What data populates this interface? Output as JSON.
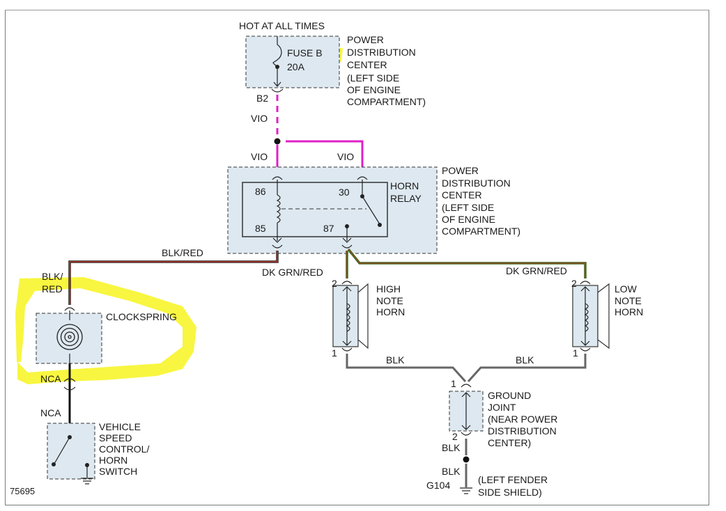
{
  "diagram": {
    "figure_number": "75695",
    "pdc_top": {
      "header": "HOT AT ALL TIMES",
      "fuse_label": "FUSE B",
      "fuse_rating": "20A",
      "connector": "B2",
      "lines": [
        "POWER",
        "DISTRIBUTION",
        "CENTER",
        "(LEFT SIDE",
        "OF ENGINE",
        "COMPARTMENT)"
      ]
    },
    "wire_labels": {
      "vio_top": "VIO",
      "vio_left": "VIO",
      "vio_right": "VIO",
      "blk_red": "BLK/RED",
      "dk_grn_red_left": "DK GRN/RED",
      "dk_grn_red_right": "DK GRN/RED",
      "blk_left": "BLK",
      "blk_right": "BLK",
      "blk_ground_upper": "BLK",
      "blk_ground_lower": "BLK",
      "blk_red_clock_1": "BLK/",
      "blk_red_clock_2": "RED",
      "nca_upper": "NCA",
      "nca_lower": "NCA"
    },
    "relay": {
      "pins": {
        "p86": "86",
        "p85": "85",
        "p30": "30",
        "p87": "87"
      },
      "label_1": "HORN",
      "label_2": "RELAY",
      "pdc_lines": [
        "POWER",
        "DISTRIBUTION",
        "CENTER",
        "(LEFT SIDE",
        "OF ENGINE",
        "COMPARTMENT)"
      ]
    },
    "clockspring": {
      "label": "CLOCKSPRING"
    },
    "switch": {
      "lines": [
        "VEHICLE",
        "SPEED",
        "CONTROL/",
        "HORN",
        "SWITCH"
      ]
    },
    "high_horn": {
      "pin_top": "2",
      "pin_bottom": "1",
      "lines": [
        "HIGH",
        "NOTE",
        "HORN"
      ]
    },
    "low_horn": {
      "pin_top": "2",
      "pin_bottom": "1",
      "lines": [
        "LOW",
        "NOTE",
        "HORN"
      ]
    },
    "ground_joint": {
      "pin_top": "1",
      "pin_bottom": "2",
      "lines": [
        "GROUND",
        "JOINT",
        "(NEAR POWER",
        "DISTRIBUTION",
        "CENTER)"
      ]
    },
    "ground": {
      "id": "G104",
      "lines": [
        "(LEFT FENDER",
        "SIDE SHIELD)"
      ]
    },
    "colors": {
      "vio": "#e020c8",
      "blk_red": "#b83a2a",
      "dk_grn_red": "#3a6a1a",
      "blk": "#666666",
      "highlight": "#f7f51e"
    }
  }
}
